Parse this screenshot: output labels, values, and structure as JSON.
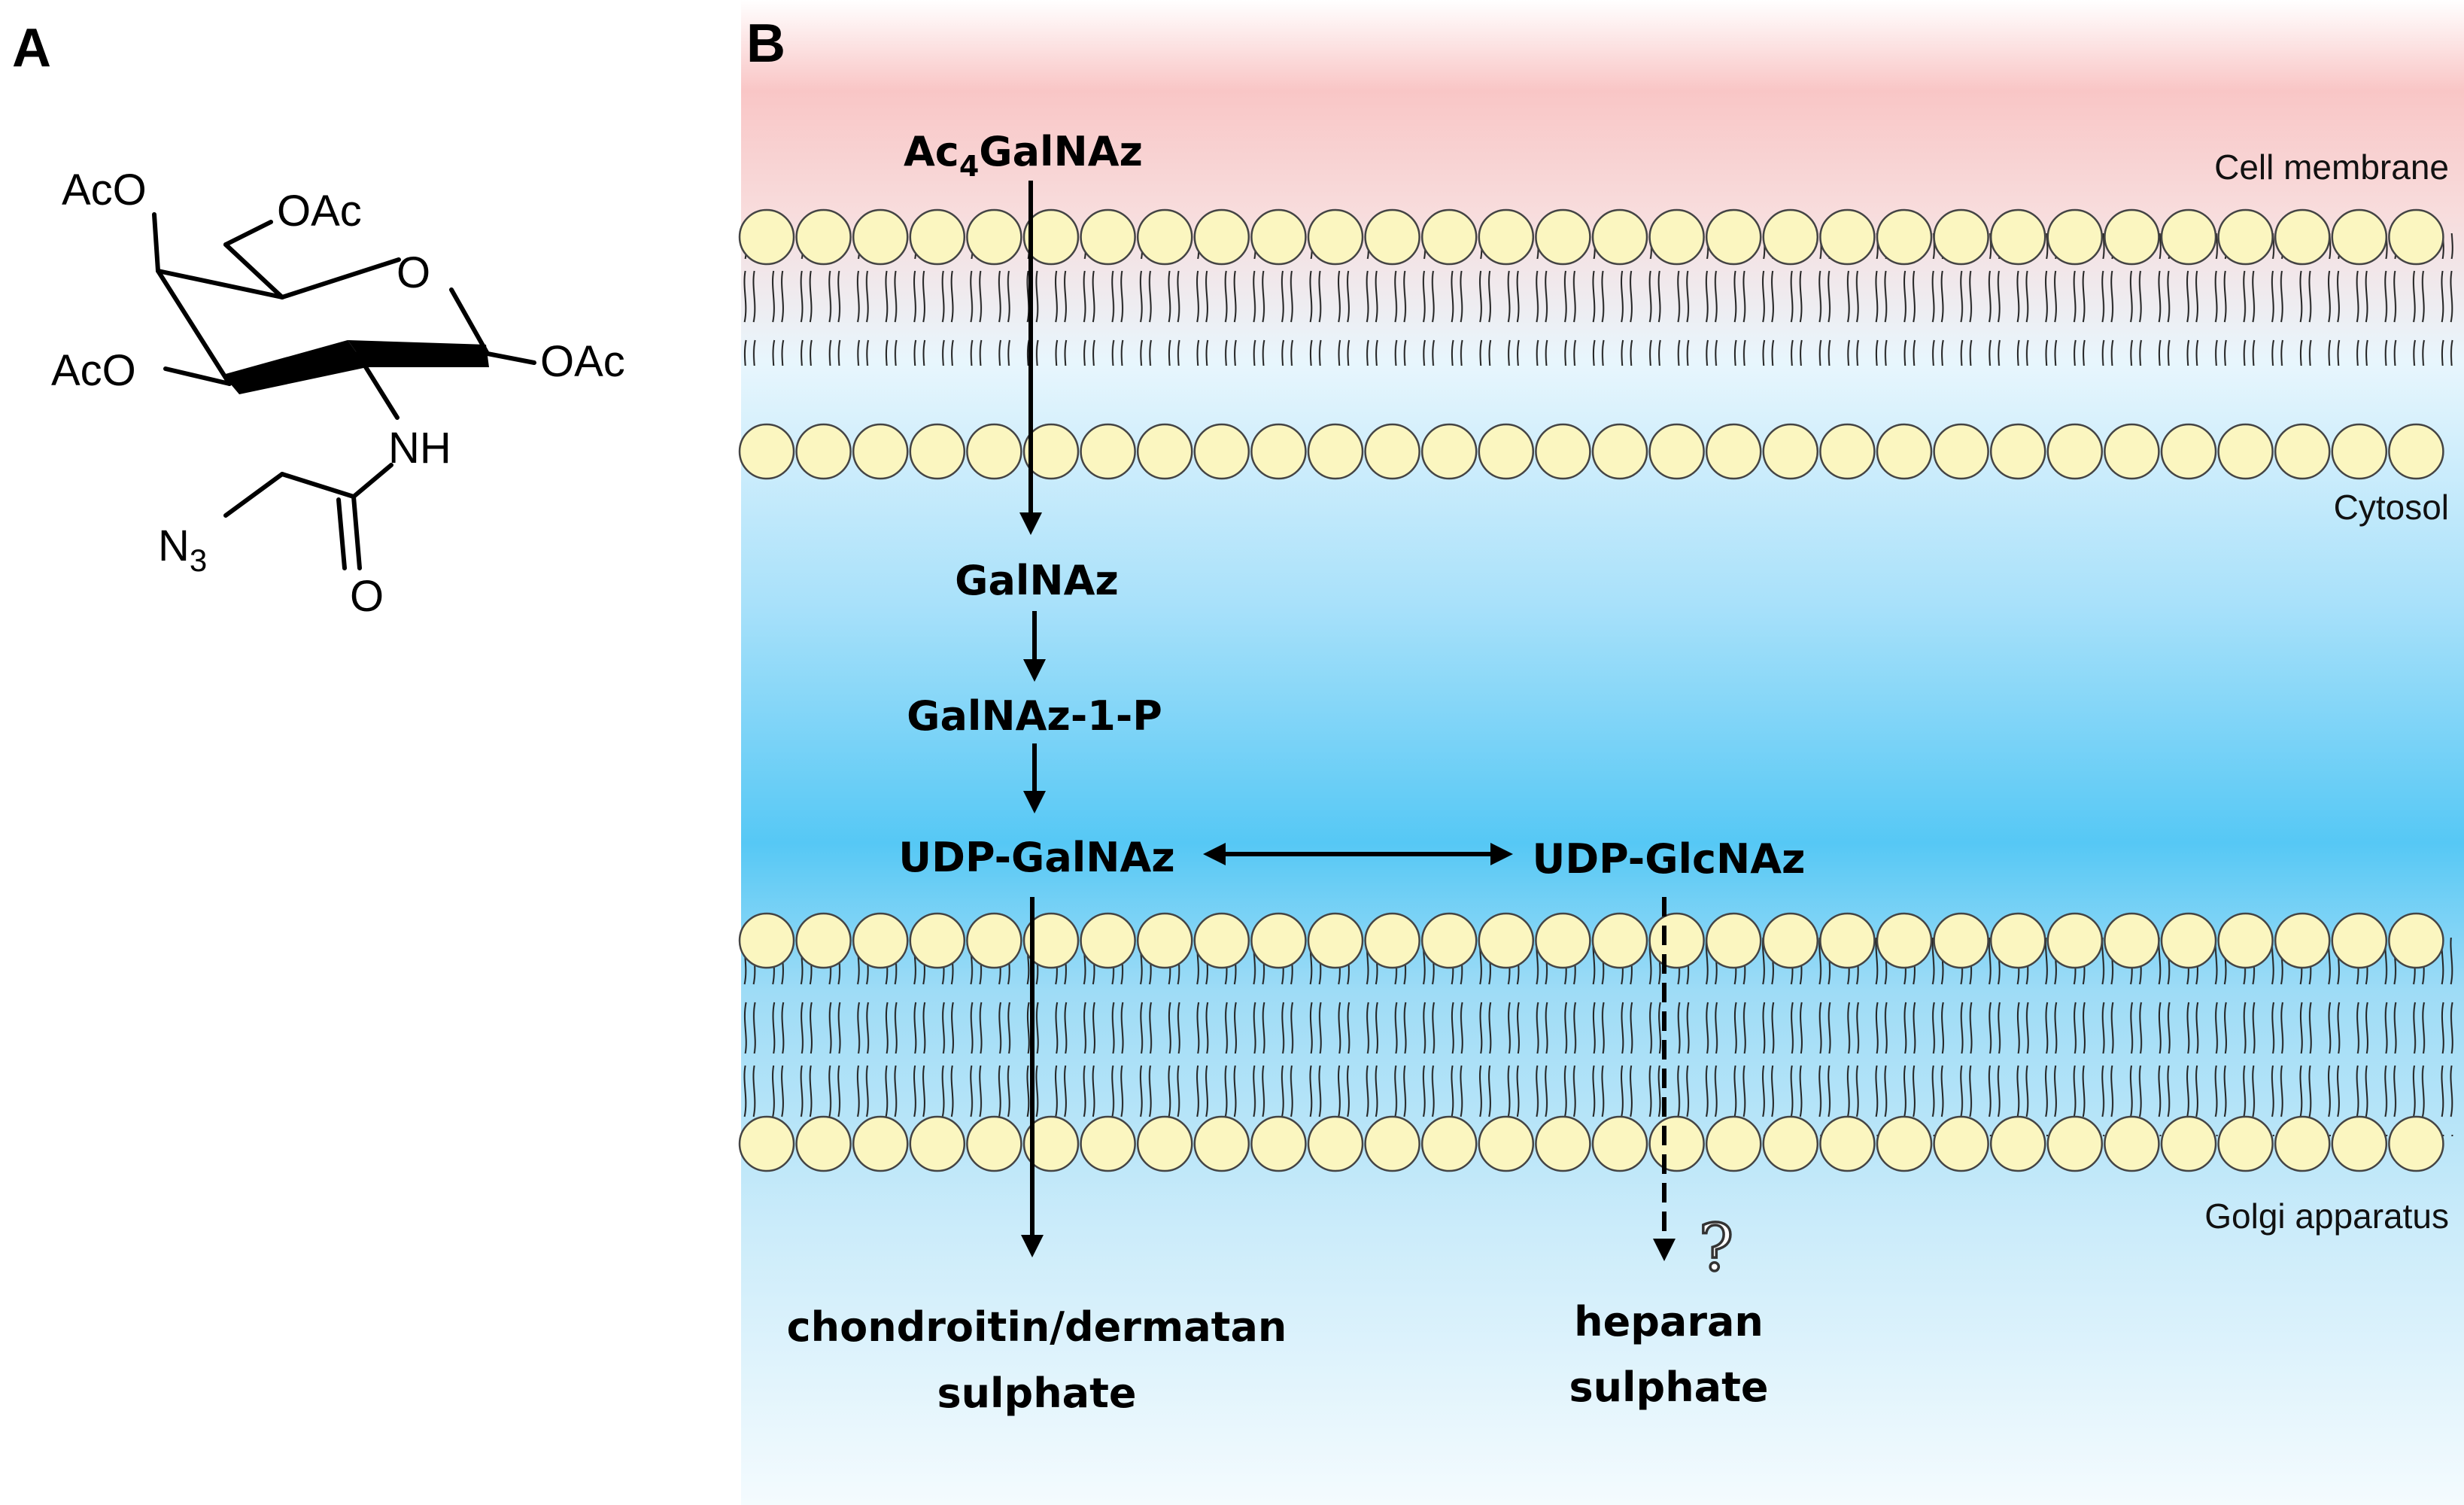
{
  "panel_a": {
    "letter": "A",
    "atoms": {
      "aco_top": "AcO",
      "oac_top": "OAc",
      "ring_o": "O",
      "aco_left": "AcO",
      "oac_right": "OAc",
      "nh": "NH",
      "n3_main": "N",
      "n3_sub": "3",
      "carbonyl_o": "O"
    }
  },
  "panel_b": {
    "letter": "B",
    "regions": {
      "cell_membrane": "Cell membrane",
      "cytosol": "Cytosol",
      "golgi": "Golgi apparatus"
    },
    "metabolites": {
      "ac4galnaz_pre": "Ac",
      "ac4galnaz_sub": "4",
      "ac4galnaz_post": "GalNAz",
      "galnaz": "GalNAz",
      "galnaz_1p": "GalNAz-1-P",
      "udp_galnaz": "UDP-GalNAz",
      "udp_glcnaz": "UDP-GlcNAz"
    },
    "products": {
      "cs_line1": "chondroitin/dermatan",
      "cs_line2": "sulphate",
      "hs_line1": "heparan",
      "hs_line2": "sulphate"
    },
    "uncertain_mark": "?"
  },
  "colors": {
    "membrane_head": "#fbf6c0",
    "membrane_head_stroke": "#444444",
    "extracellular": "#f7b7b7",
    "cytosol": "#56c8f5",
    "arrow": "#000000"
  }
}
